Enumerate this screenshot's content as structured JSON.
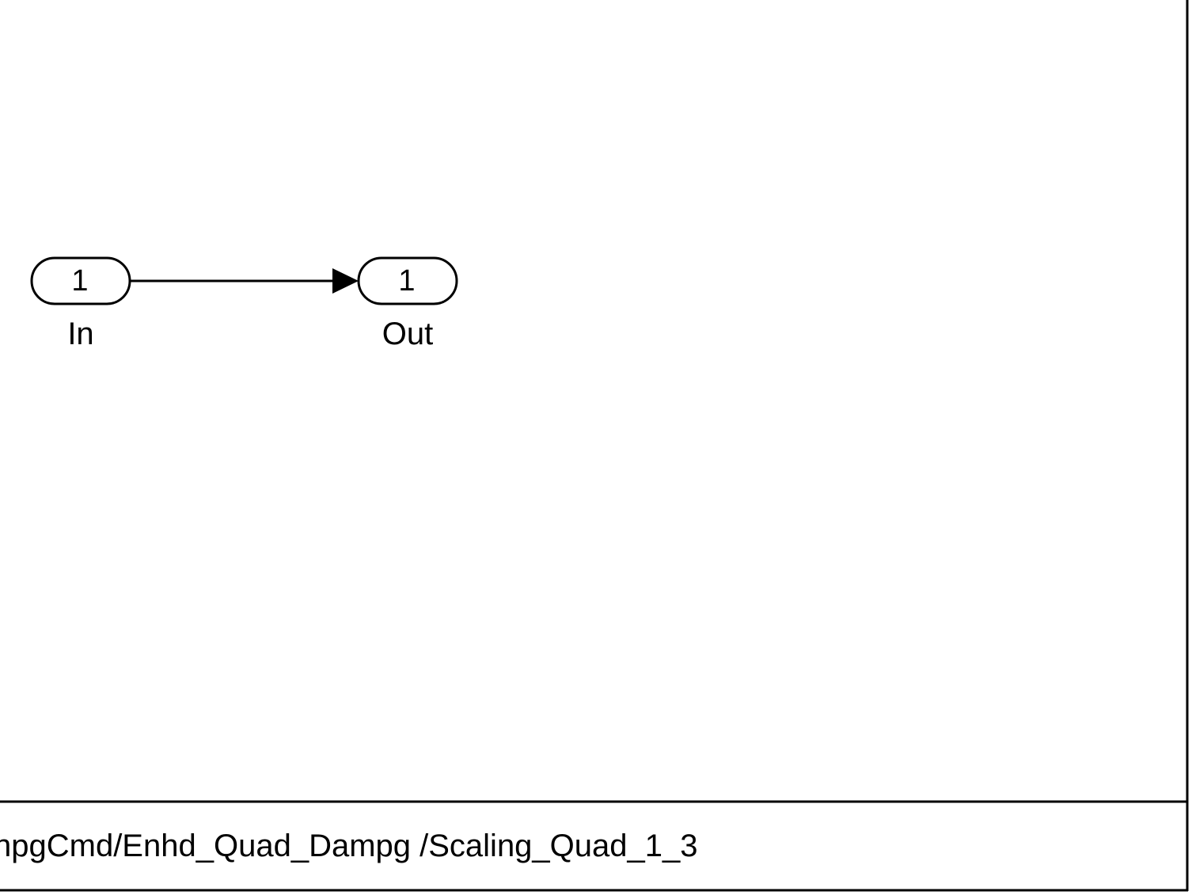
{
  "diagram": {
    "blocks": {
      "inport": {
        "number": "1",
        "label": "In"
      },
      "outport": {
        "number": "1",
        "label": "Out"
      }
    },
    "connections": [
      {
        "from": "inport",
        "to": "outport"
      }
    ]
  },
  "footer": {
    "path_text": "npgCmd/Enhd_Quad_Dampg /Scaling_Quad_1_3"
  },
  "colors": {
    "stroke": "#000000",
    "background": "#ffffff"
  }
}
